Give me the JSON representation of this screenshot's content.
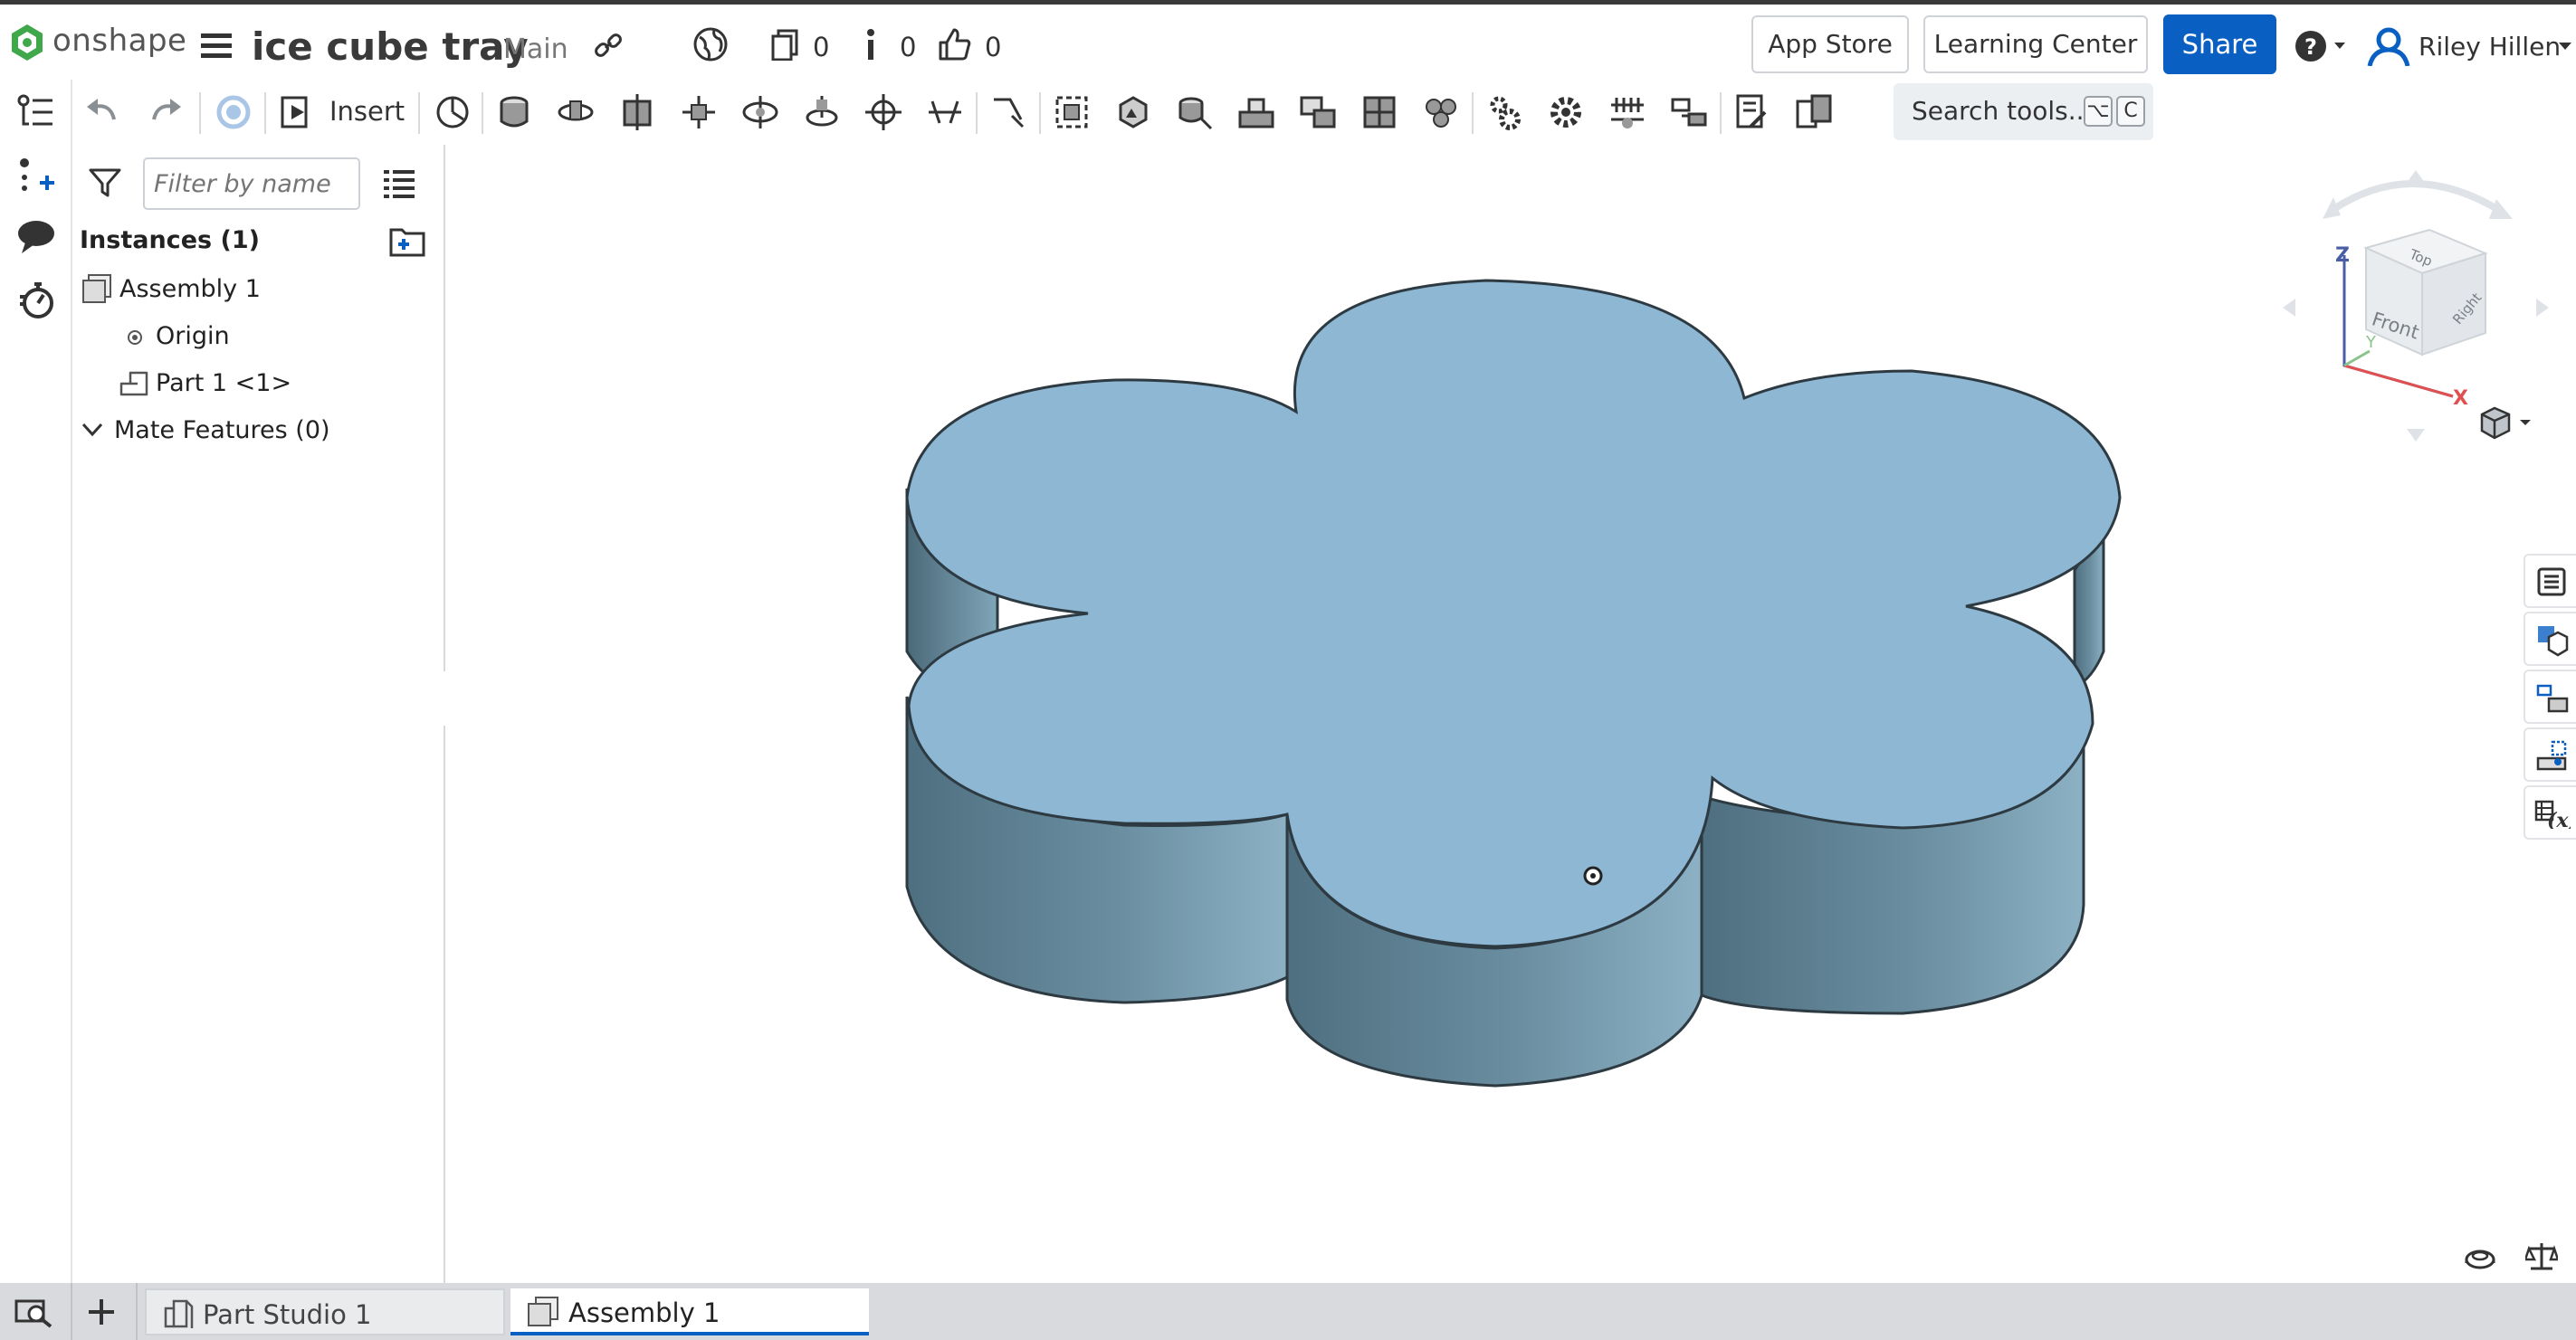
{
  "topbar": {
    "brand": "onshape",
    "document_title": "ice cube tray",
    "branch": "Main",
    "counts": {
      "versions": "0",
      "info": "0",
      "likes": "0"
    },
    "app_store": "App Store",
    "learning_center": "Learning Center",
    "share": "Share",
    "help": "?",
    "user_name": "Riley Hillen"
  },
  "toolbar": {
    "insert_label": "Insert",
    "search_label": "Search tools...",
    "search_shortcut": [
      "⌥",
      "C"
    ]
  },
  "panel": {
    "filter_placeholder": "Filter by name",
    "instances_header": "Instances (1)",
    "tree": {
      "assembly": "Assembly 1",
      "origin": "Origin",
      "part": "Part 1 <1>",
      "mate_features": "Mate Features (0)"
    }
  },
  "viewcube": {
    "front": "Front",
    "top": "Top",
    "right": "Right",
    "x": "X",
    "y": "Y",
    "z": "Z"
  },
  "tabs": [
    {
      "label": "Part Studio 1",
      "active": false
    },
    {
      "label": "Assembly 1",
      "active": true
    }
  ],
  "colors": {
    "accent": "#0a5fc2",
    "part_top": "#8db7d3",
    "part_side": "#5b7f92",
    "brand_green": "#3ea84a"
  }
}
